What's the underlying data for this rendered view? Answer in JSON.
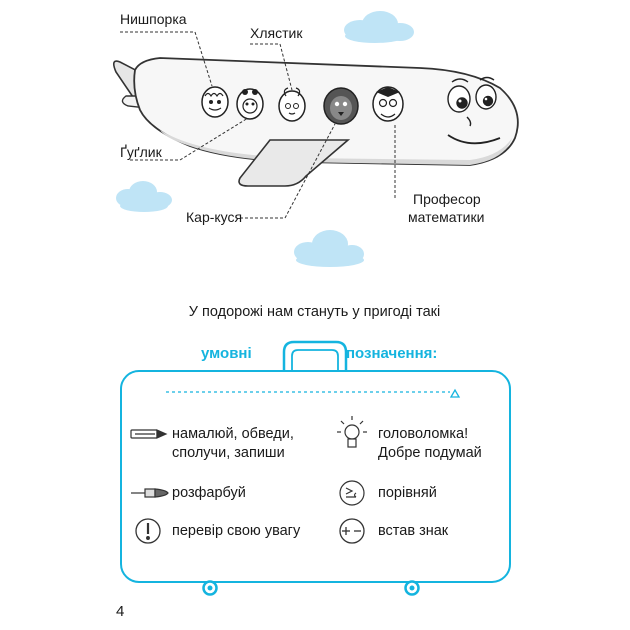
{
  "characters": {
    "nyshporka": "Нишпорка",
    "khliastyk": "Хлястик",
    "gyglyk": "Ґуґлик",
    "kar_kusia": "Кар-куся",
    "professor_line1": "Професор",
    "professor_line2": "математики"
  },
  "intro_text": "У подорожі нам стануть у пригоді такі",
  "suitcase": {
    "heading_left": "умовні",
    "heading_right": "позначення:"
  },
  "legend": [
    {
      "icon": "pencil-icon",
      "line1": "намалюй, обведи,",
      "line2": "сполучи, запиши"
    },
    {
      "icon": "lightbulb-icon",
      "line1": "головоломка!",
      "line2": "Добре подумай"
    },
    {
      "icon": "brush-icon",
      "line1": "розфарбуй"
    },
    {
      "icon": "compare-icon",
      "line1": "порівняй"
    },
    {
      "icon": "exclamation-icon",
      "line1": "перевір свою увагу"
    },
    {
      "icon": "plus-minus-icon",
      "line1": "встав знак"
    }
  ],
  "page_number": "4",
  "colors": {
    "accent": "#14b4df",
    "cloud": "#bfe4f6",
    "airplane_shadow": "#d9d9d9"
  }
}
